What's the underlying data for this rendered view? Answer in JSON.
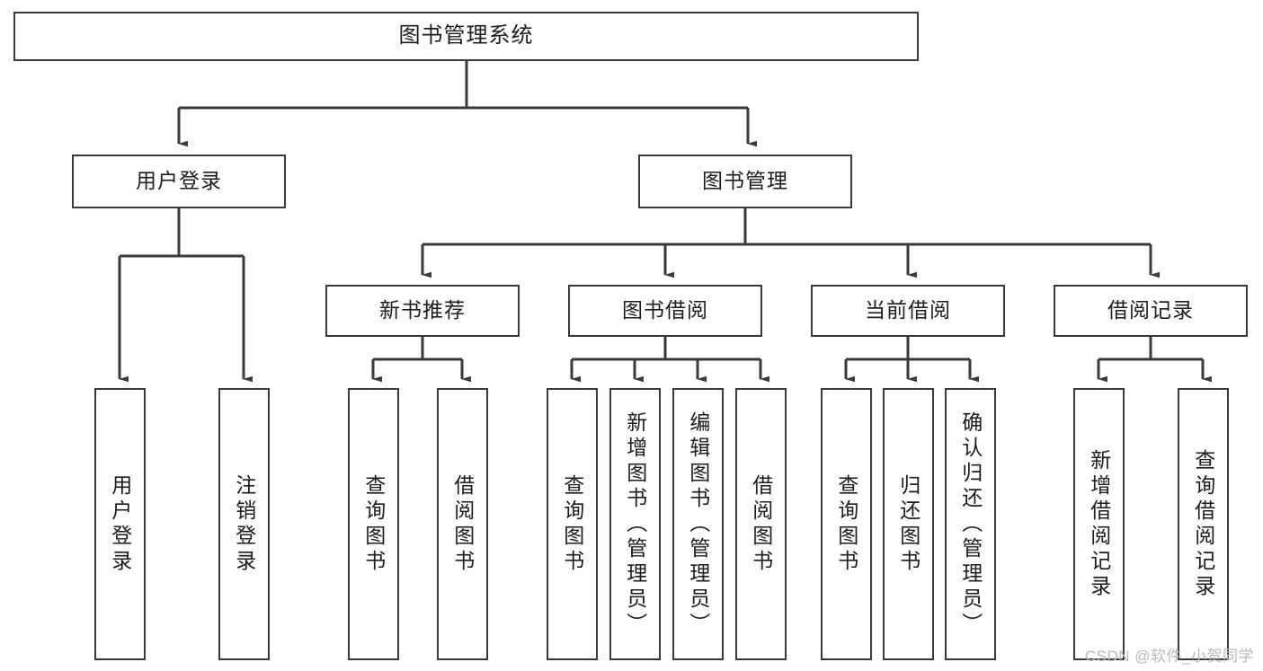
{
  "diagram": {
    "title": "图书管理系统",
    "type": "hierarchy-tree",
    "watermark": "CSDN @软件_小贺同学",
    "colors": {
      "border": "#3a3a3a",
      "background": "#ffffff",
      "text": "#1c1c1c",
      "edge": "#3a3a3a",
      "watermark": "#b9b9b9"
    },
    "levels": {
      "root": {
        "label": "图书管理系统"
      },
      "level2": [
        {
          "label": "用户登录"
        },
        {
          "label": "图书管理"
        }
      ],
      "level3": [
        {
          "label": "新书推荐"
        },
        {
          "label": "图书借阅"
        },
        {
          "label": "当前借阅"
        },
        {
          "label": "借阅记录"
        }
      ],
      "leaves": [
        {
          "label": "用户登录",
          "parent": "用户登录"
        },
        {
          "label": "注销登录",
          "parent": "用户登录"
        },
        {
          "label": "查询图书",
          "parent": "新书推荐"
        },
        {
          "label": "借阅图书",
          "parent": "新书推荐"
        },
        {
          "label": "查询图书",
          "parent": "图书借阅"
        },
        {
          "label": "新增图书（管理员）",
          "parent": "图书借阅"
        },
        {
          "label": "编辑图书（管理员）",
          "parent": "图书借阅"
        },
        {
          "label": "借阅图书",
          "parent": "图书借阅"
        },
        {
          "label": "查询图书",
          "parent": "当前借阅"
        },
        {
          "label": "归还图书",
          "parent": "当前借阅"
        },
        {
          "label": "确认归还（管理员）",
          "parent": "当前借阅"
        },
        {
          "label": "新增借阅记录",
          "parent": "借阅记录"
        },
        {
          "label": "查询借阅记录",
          "parent": "借阅记录"
        }
      ]
    }
  }
}
